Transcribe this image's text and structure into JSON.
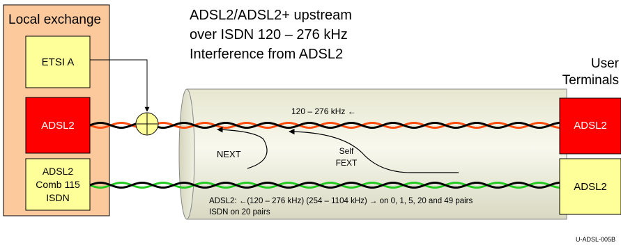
{
  "exchange": {
    "title": "Local exchange",
    "etsi_label": "ETSI A",
    "adsl2_label": "ADSL2",
    "comb_lines": [
      "ADSL2",
      "Comb 115",
      "ISDN"
    ]
  },
  "headline": {
    "lines": [
      "ADSL2/ADSL2+ upstream",
      "over ISDN 120 – 276 kHz",
      "Interference from ADSL2"
    ]
  },
  "user": {
    "title_lines": [
      "User",
      "Terminals"
    ],
    "top_label": "ADSL2",
    "bottom_label": "ADSL2"
  },
  "cable": {
    "band_label": "120 – 276 kHz ←",
    "next_label": "NEXT",
    "fext_lines": [
      "Self",
      "FEXT"
    ],
    "info_lines": [
      "ADSL2: ←(120 – 276 kHz) (254 – 1104 kHz) → on 0, 1, 5, 20 and 49  pairs",
      "ISDN on 20 pairs"
    ]
  },
  "figure_id": "U-ADSL-005B",
  "colors": {
    "exchange_bg": "#fcc99c",
    "yellow_box": "#ffff99",
    "red_box": "#ff0000",
    "cable_body": "#eeeedd",
    "pair_orange": "#ff4d12",
    "pair_green": "#22cc22",
    "pair_black": "#000000"
  }
}
